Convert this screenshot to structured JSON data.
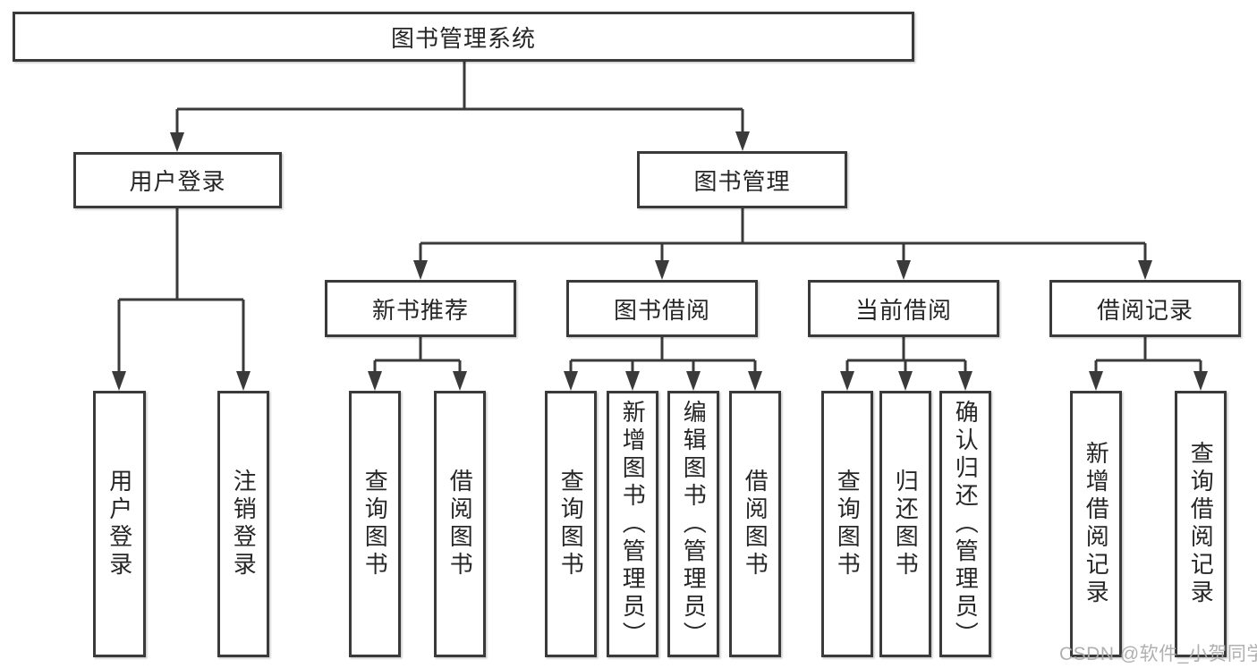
{
  "tree": {
    "root": {
      "label": "图书管理系统",
      "children": [
        {
          "label": "用户登录",
          "children": [
            {
              "label": "用户登录"
            },
            {
              "label": "注销登录"
            }
          ]
        },
        {
          "label": "图书管理",
          "children": [
            {
              "label": "新书推荐",
              "children": [
                {
                  "label": "查询图书"
                },
                {
                  "label": "借阅图书"
                }
              ]
            },
            {
              "label": "图书借阅",
              "children": [
                {
                  "label": "查询图书"
                },
                {
                  "label": "新增图书（管理员）"
                },
                {
                  "label": "编辑图书（管理员）"
                },
                {
                  "label": "借阅图书"
                }
              ]
            },
            {
              "label": "当前借阅",
              "children": [
                {
                  "label": "查询图书"
                },
                {
                  "label": "归还图书"
                },
                {
                  "label": "确认归还（管理员）"
                }
              ]
            },
            {
              "label": "借阅记录",
              "children": [
                {
                  "label": "新增借阅记录"
                },
                {
                  "label": "查询借阅记录"
                }
              ]
            }
          ]
        }
      ]
    }
  },
  "watermark": {
    "text": "CSDN @软件_小贺同学"
  },
  "colors": {
    "line": "#3a3a3a",
    "box_border": "#3a3a3a",
    "text": "#262626",
    "watermark": "#acacac",
    "background": "#ffffff"
  }
}
